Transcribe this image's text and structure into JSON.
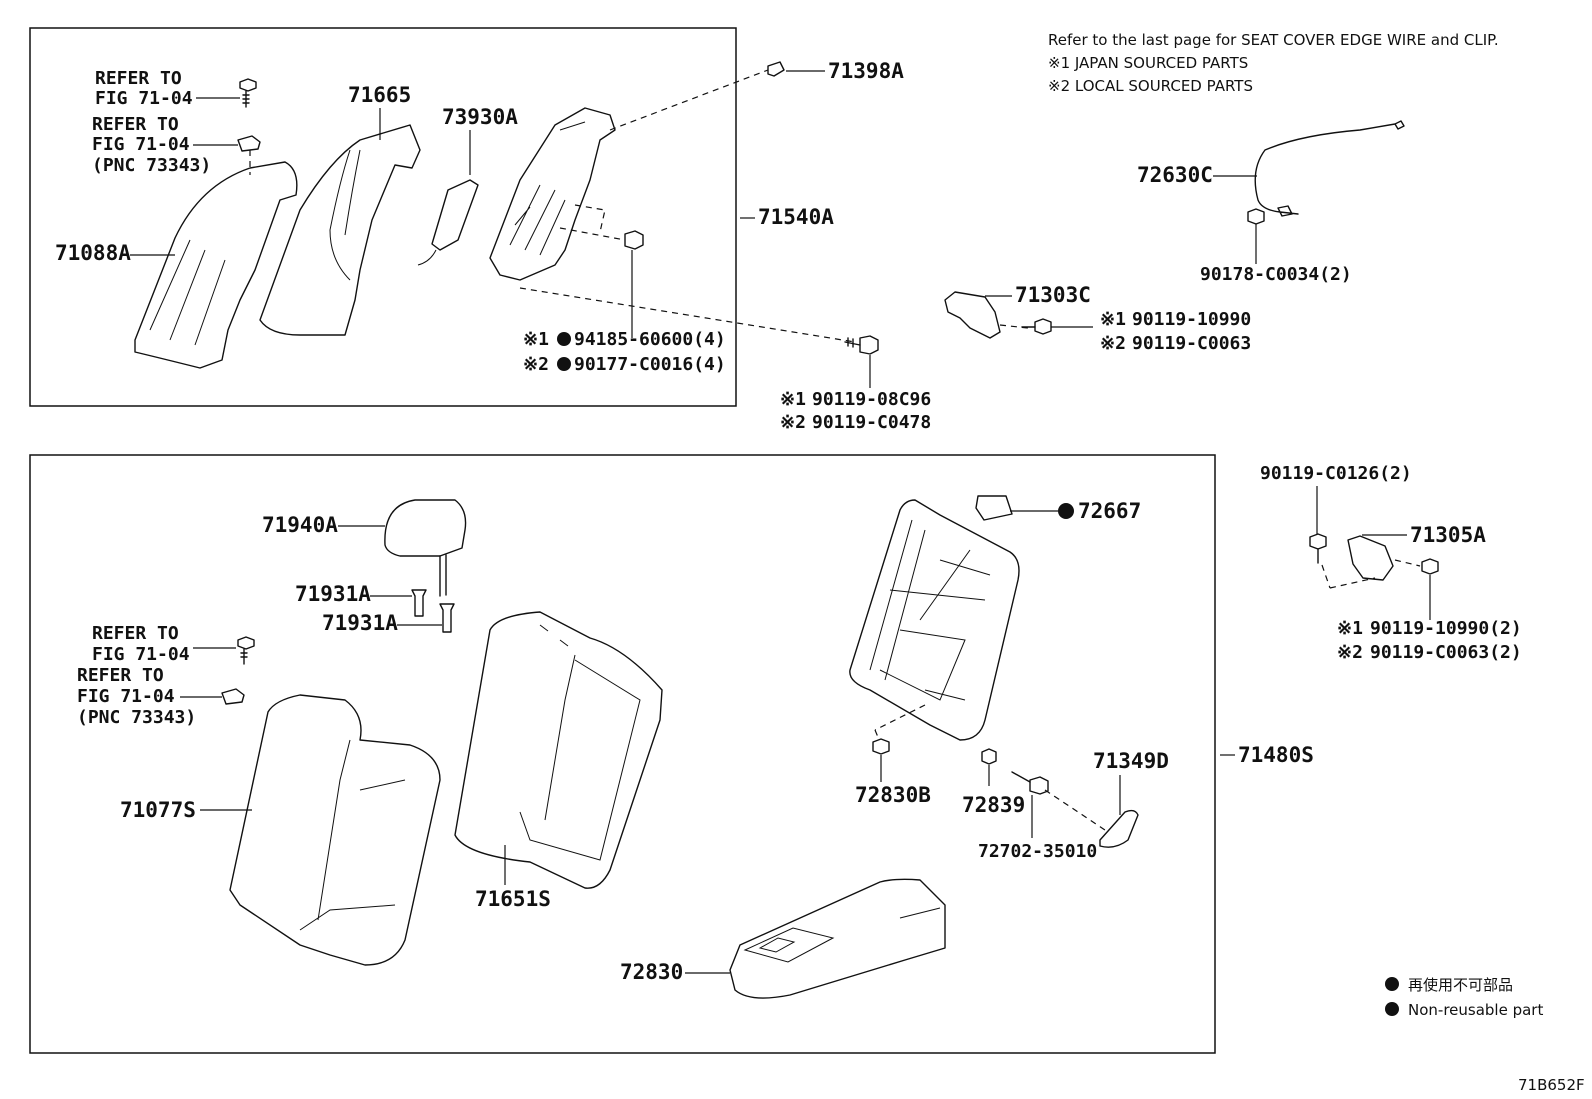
{
  "notes": {
    "line1": "Refer to the last page for SEAT COVER EDGE WIRE and CLIP.",
    "line2": "※1 JAPAN SOURCED PARTS",
    "line3": "※2 LOCAL SOURCED PARTS"
  },
  "legend": {
    "jp": "再使用不可部品",
    "en": "Non-reusable part"
  },
  "figure_code": "71B652F",
  "refer": {
    "refer_to": "REFER TO",
    "fig": "FIG 71-04",
    "pnc": "(PNC 73343)"
  },
  "parts_top": {
    "p71398A": "71398A",
    "p71665": "71665",
    "p73930A": "73930A",
    "p71540A": "71540A",
    "p71088A": "71088A",
    "p94185": "94185-60600(4)",
    "p90177": "90177-C0016(4)",
    "p90119_08C96": "90119-08C96",
    "p90119_C0478": "90119-C0478",
    "p72630C": "72630C",
    "p90178": "90178-C0034(2)",
    "p71303C": "71303C",
    "p90119_10990": "90119-10990",
    "p90119_C0063": "90119-C0063"
  },
  "parts_bottom": {
    "p71940A": "71940A",
    "p71931A_1": "71931A",
    "p71931A_2": "71931A",
    "p72667": "72667",
    "p71077S": "71077S",
    "p71651S": "71651S",
    "p72830B": "72830B",
    "p72839": "72839",
    "p71349D": "71349D",
    "p72702": "72702-35010",
    "p71480S": "71480S",
    "p72830": "72830",
    "p90119_C0126": "90119-C0126(2)",
    "p71305A": "71305A",
    "p90119_10990_2": "90119-10990(2)",
    "p90119_C0063_2": "90119-C0063(2)"
  },
  "marks": {
    "m1": "※1",
    "m2": "※2"
  }
}
